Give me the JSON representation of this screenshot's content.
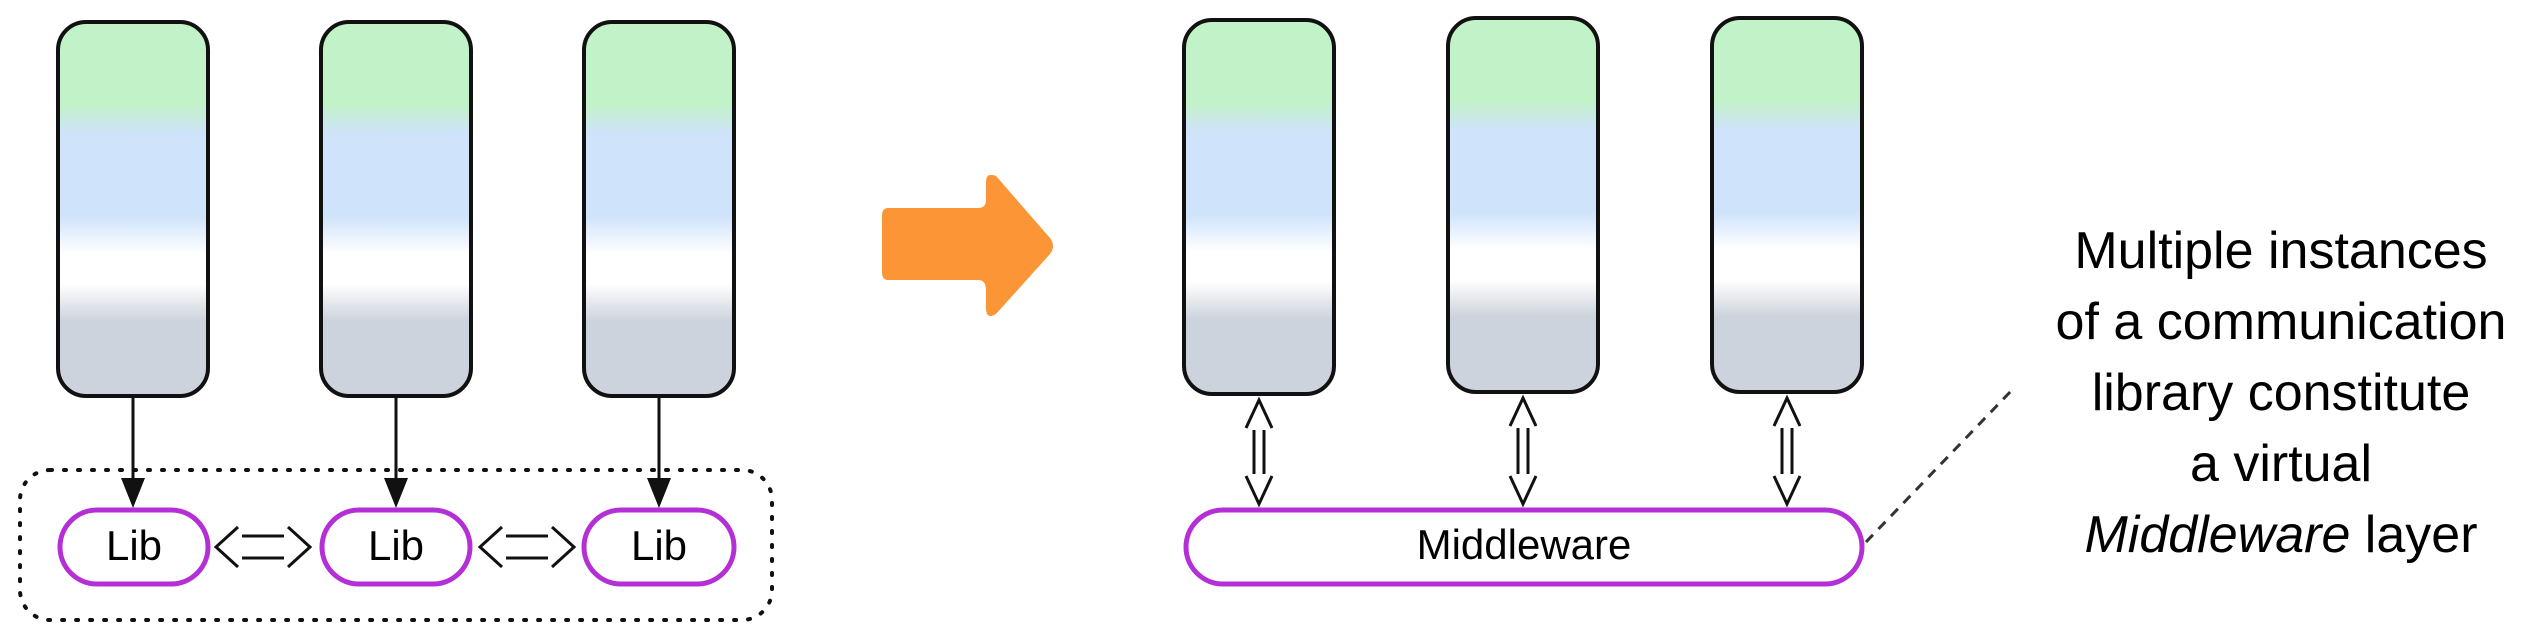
{
  "left_diagram": {
    "libs": [
      "Lib",
      "Lib",
      "Lib"
    ]
  },
  "right_diagram": {
    "middleware_label": "Middleware"
  },
  "annotation": {
    "line1": "Multiple instances",
    "line2": "of a communication",
    "line3": "library constitute",
    "line4": "a virtual",
    "line5_italic": "Middleware",
    "line5_rest": " layer"
  },
  "colors": {
    "app_top": "#c2f2c8",
    "app_mid": "#cfe3fb",
    "app_bottom": "#ccd3dc",
    "lib_border": "#b42fd6",
    "transition_arrow": "#fb9535"
  }
}
